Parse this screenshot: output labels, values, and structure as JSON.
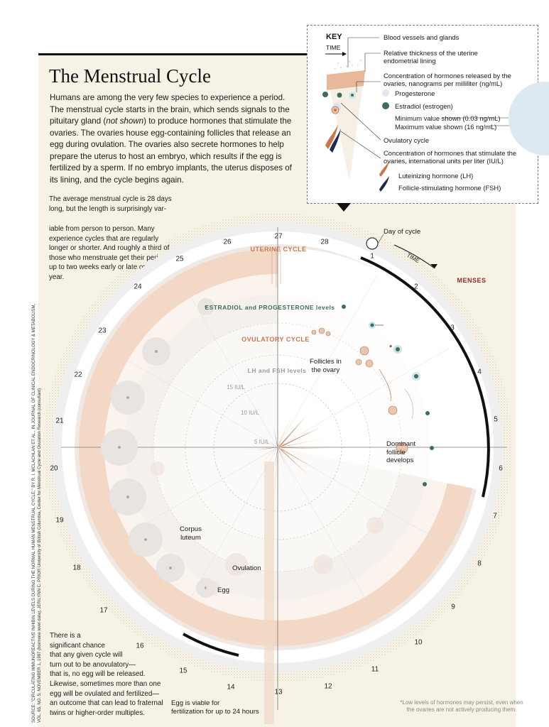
{
  "title": "The Menstrual Cycle",
  "intro": {
    "part1": "Humans are among the very few species to experience a period. The menstrual cycle starts in the brain, which sends signals to the pituitary gland (",
    "italic": "not shown",
    "part2": ") to produce hormones that stimulate the ovaries. The ovaries house egg-containing follicles that release an egg during ovulation. The ovaries also secrete hormones to help prepare the uterus to host an embryo, which results if the egg is fertilized by a sperm. If no embryo implants, the uterus disposes of its lining, and the cycle begins again."
  },
  "key": {
    "title": "KEY",
    "time": "TIME",
    "blood_vessels": "Blood vessels and glands",
    "thickness": "Relative thickness of the uterine endometrial lining",
    "ovary_hormones": "Concentration of hormones released by the ovaries, nanograms per milliliter (ng/mL)",
    "progesterone": "Progesterone",
    "estradiol": "Estradiol (estrogen)",
    "min_value": "Minimum value shown (0.03 ng/mL)",
    "max_value": "Maximum value shown (16 ng/mL)",
    "ovulatory_cycle": "Ovulatory cycle",
    "stim_hormones": "Concentration of hormones that stimulate the ovaries, international units per liter (IU/L)",
    "lh": "Luteinizing hormone (LH)",
    "fsh": "Follicle-stimulating hormone (FSH)"
  },
  "sidenote_top": {
    "line1": "The average menstrual cycle is 28 days long, but the length is surprisingly var-",
    "line2": "iable from person to person. Many experience cycles that are regularly longer or shorter. And roughly a third of those who menstruate get their period up to two weeks early or late once a year."
  },
  "sidenote_bottom": {
    "lines": [
      "There is a",
      "significant chance",
      "that any given cycle will",
      "turn out to be anovulatory—",
      "that is, no egg will be released.",
      "Likewise, sometimes more than one",
      "egg will be ovulated and fertilized—",
      "an outcome that can lead to fraternal",
      "twins or higher-order multiples."
    ]
  },
  "egg_viable": {
    "line1": "Egg is viable for",
    "line2": "fertilization for up to 24 hours"
  },
  "footnote": {
    "line1": "*Low levels of hormones may persist, even when",
    "line2": "the ovaries are not actively producing them."
  },
  "source": {
    "line1": "SOURCE: \"CIRCULATING IMMUNOREACTIVE INHIBIN LEVELS DURING THE NORMAL HUMAN MENSTRUAL CYCLE,\" BY R. I. MCLACHLAN ET AL., IN JOURNAL OF CLINICAL ENDOCRINOLOGY & METABOLISM,",
    "line2": "VOL. 65, NO. 5; NOVEMBER 1, 1987 (hormone level data); JERILYNN C. PRIOR University of British Columbia, Center for Menstrual Cycle and Ovulation Research (consultant)"
  },
  "diagram": {
    "day_of_cycle": "Day of cycle",
    "time": "TIME",
    "menses": "MENSES",
    "uterine_cycle": "UTERINE CYCLE",
    "estradiol_progesterone_levels": "ESTRADIOL and PROGESTERONE levels",
    "ovulatory_cycle": "OVULATORY CYCLE",
    "lh_fsh_levels": "LH and FSH levels",
    "iu_15": "15 IU/L",
    "iu_10": "10 IU/L",
    "iu_5": "5 IU/L",
    "follicles": [
      "Follicles in",
      "the ovary"
    ],
    "dominant": [
      "Dominant",
      "follicle",
      "develops"
    ],
    "corpus": [
      "Corpus",
      "luteum"
    ],
    "ovulation": "Ovulation",
    "egg": "Egg",
    "asterisk": "*",
    "days": [
      "1",
      "2",
      "3",
      "4",
      "5",
      "6",
      "7",
      "8",
      "9",
      "10",
      "11",
      "12",
      "13",
      "14",
      "15",
      "16",
      "17",
      "18",
      "19",
      "20",
      "21",
      "22",
      "23",
      "24",
      "25",
      "26",
      "27",
      "28"
    ],
    "colors": {
      "uterine": "#d9997a",
      "menses": "#8a2b2b",
      "estradiol": "#3c6f5a",
      "progesterone": "#cfe3ee",
      "lh": "#c9764e",
      "fsh": "#1f2d4d"
    }
  }
}
